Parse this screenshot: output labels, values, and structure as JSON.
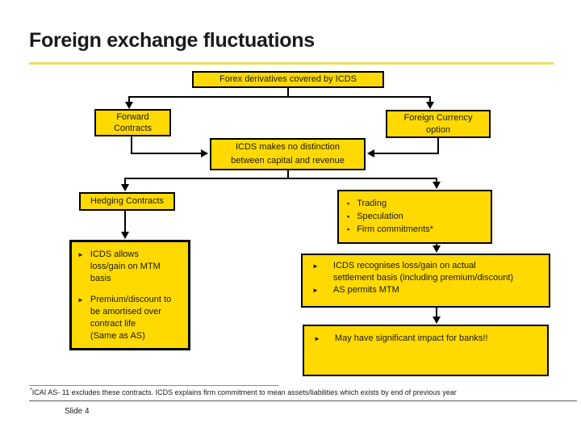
{
  "title": "Foreign exchange fluctuations",
  "slide_number": "Slide 4",
  "footnote": {
    "marker": "*",
    "text": "ICAI AS- 11 excludes these contracts. ICDS explains firm commitment to mean assets/liabilities which exists by end of previous year"
  },
  "icons": {
    "square_bullet": "▪",
    "arrow_bullet": "►"
  },
  "colors": {
    "box_fill": "#ffd900",
    "box_border": "#000000",
    "divider": "#e9e05e",
    "connector": "#000000"
  },
  "diagram": {
    "root_box": {
      "label": "Forex derivatives covered by ICDS"
    },
    "forward_contracts_box": {
      "label": "Forward\nContracts"
    },
    "foreign_currency_box": {
      "label": "Foreign Currency\noption"
    },
    "no_distinction_box": {
      "label": "ICDS makes no distinction\nbetween capital and revenue"
    },
    "hedging_contracts_box": {
      "label": "Hedging Contracts"
    },
    "trading_box": {
      "items": [
        "Trading",
        "Speculation",
        "Firm commitments*"
      ]
    },
    "hedging_detail_box": {
      "items": [
        "ICDS allows\nloss/gain on MTM\nbasis",
        "Premium/discount to\nbe amortised over\ncontract life\n(Same as AS)"
      ]
    },
    "settlement_box": {
      "items": [
        "ICDS recognises loss/gain on actual\nsettlement basis (including premium/discount)",
        "AS permits MTM"
      ]
    },
    "impact_box": {
      "items": [
        "May have significant impact for banks!!"
      ]
    }
  }
}
